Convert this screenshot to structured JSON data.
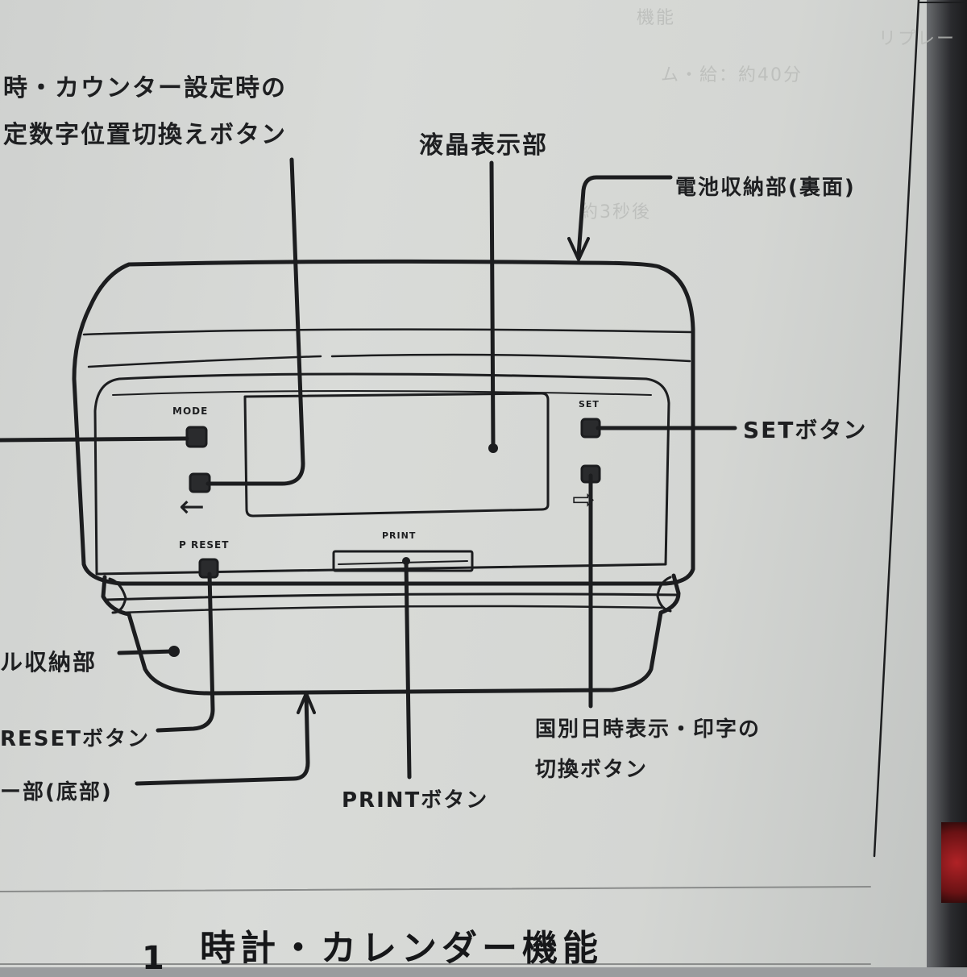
{
  "callouts": {
    "digit_switch_line1": "時・カウンター設定時の",
    "digit_switch_line2": "定数字位置切換えボタン",
    "lcd": "液晶表示部",
    "battery": "電池収納部(裏面)",
    "set_button": "SETボタン",
    "roll_storage": "ル収納部",
    "preset_button": "RESETボタン",
    "bottom_part": "ー部(底部)",
    "print_button": "PRINTボタン",
    "country_switch_line1": "国別日時表示・印字の",
    "country_switch_line2": "切換ボタン"
  },
  "panel": {
    "mode": "MODE",
    "set": "SET",
    "p_reset": "P RESET",
    "print": "PRINT",
    "left_arrow": "←",
    "right_arrow": "⇨"
  },
  "section": {
    "number": "1",
    "title": "時計・カレンダー機能"
  },
  "ghost": {
    "line1": "機能",
    "line2": "リプレー",
    "line3": "ム・給：約40分",
    "line4": "約3秒後"
  }
}
